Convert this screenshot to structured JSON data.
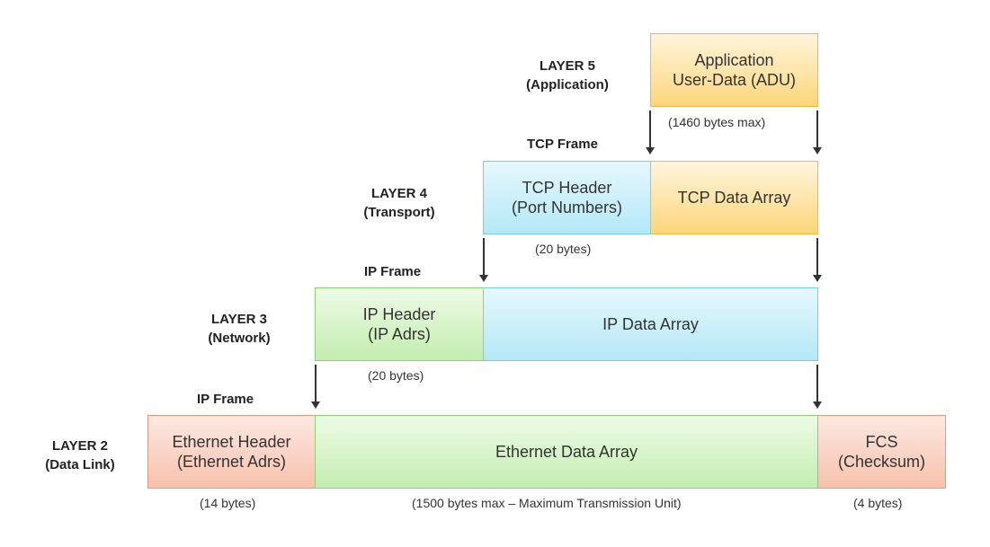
{
  "layers": {
    "l5": {
      "title": "LAYER 5",
      "sub": "(Application)"
    },
    "l4": {
      "title": "LAYER 4",
      "sub": "(Transport)"
    },
    "l3": {
      "title": "LAYER 3",
      "sub": "(Network)"
    },
    "l2": {
      "title": "LAYER 2",
      "sub": "(Data Link)"
    }
  },
  "frames": {
    "tcp": "TCP Frame",
    "ip_l3": "IP Frame",
    "ip_l2": "IP Frame"
  },
  "boxes": {
    "adu": [
      "Application",
      "User-Data (ADU)"
    ],
    "tcp_header": [
      "TCP Header",
      "(Port Numbers)"
    ],
    "tcp_data": "TCP Data Array",
    "ip_header": [
      "IP Header",
      "(IP Adrs)"
    ],
    "ip_data": "IP Data Array",
    "eth_header": [
      "Ethernet Header",
      "(Ethernet Adrs)"
    ],
    "eth_data": "Ethernet Data Array",
    "fcs": [
      "FCS",
      "(Checksum)"
    ]
  },
  "notes": {
    "adu_size": "(1460 bytes max)",
    "tcp_header_size": "(20 bytes)",
    "ip_header_size": "(20 bytes)",
    "eth_header_size": "(14 bytes)",
    "eth_data_size": "(1500 bytes max – Maximum Transmission Unit)",
    "fcs_size": "(4 bytes)"
  },
  "colors": {
    "application": "#fdd67a",
    "transport_header": "#b4e8f7",
    "network_header": "#c3edb0",
    "datalink_header": "#f7c1ac"
  }
}
